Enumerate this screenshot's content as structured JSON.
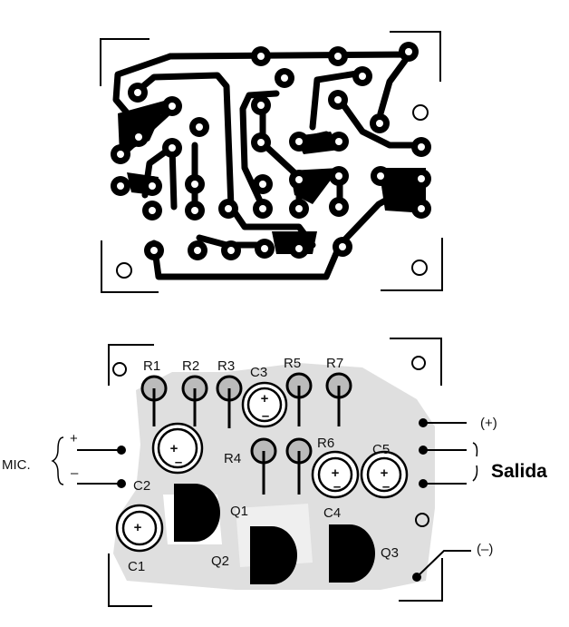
{
  "diagram": {
    "type": "pcb-layout",
    "views": [
      "copper-side",
      "component-side"
    ],
    "colors": {
      "copper": "#000000",
      "background": "#ffffff",
      "shaded_trace": "#c8c8c8"
    }
  },
  "component_labels": {
    "R1": "R1",
    "R2": "R2",
    "R3": "R3",
    "R4": "R4",
    "R5": "R5",
    "R6": "R6",
    "R7": "R7",
    "C1": "C1",
    "C2": "C2",
    "C3": "C3",
    "C4": "C4",
    "C5": "C5",
    "Q1": "Q1",
    "Q2": "Q2",
    "Q3": "Q3"
  },
  "connectors": {
    "mic_label": "MIC.",
    "mic_plus": "+",
    "mic_minus": "–",
    "supply_plus": "(+)",
    "supply_minus": "(–)",
    "output_label": "Salida"
  }
}
